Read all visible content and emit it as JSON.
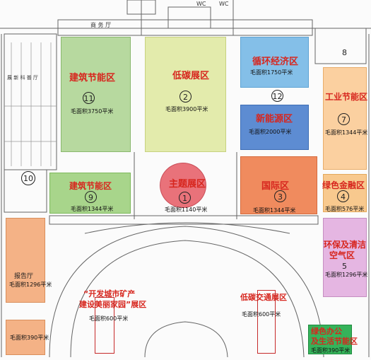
{
  "labels": {
    "top_left": "商 务 厅",
    "wc1": "WC",
    "wc2": "WC",
    "side_room": "展 新 科 普 厅"
  },
  "zones": {
    "z11": {
      "name": "建筑节能区",
      "num": "11",
      "area": "毛面积3750平米",
      "color": "#b7d99f"
    },
    "z2": {
      "name": "低碳展区",
      "num": "2",
      "area": "毛面积3900平米",
      "color": "#e3ebac"
    },
    "circular": {
      "name": "循环经济区",
      "area": "毛面积1750平米",
      "color": "#84bfe8"
    },
    "z12": {
      "num": "12"
    },
    "newenergy": {
      "name": "新能源区",
      "area": "毛面积2000平米",
      "color": "#5d8cd2"
    },
    "z8": {
      "num": "8"
    },
    "z7": {
      "name": "工业节能区",
      "num": "7",
      "area": "毛面积1344平米",
      "color": "#fbd0a0"
    },
    "z10": {
      "num": "10"
    },
    "z9": {
      "name": "建筑节能区",
      "num": "9",
      "area": "毛面积1344平米",
      "color": "#a8d58b"
    },
    "z1": {
      "name": "主题展区",
      "num": "1",
      "area": "毛面积1140平米",
      "color": "#e9727a"
    },
    "z3": {
      "name": "国际区",
      "num": "3",
      "area": "毛面积1344平米",
      "color": "#f08b5e"
    },
    "z4": {
      "name": "绿色金融区",
      "num": "4",
      "area": "毛面积576平米",
      "color": "#f8c98e"
    },
    "z5": {
      "name1": "环保及清洁",
      "name2": "空气区",
      "num": "5",
      "area": "毛面积1296平米",
      "color": "#e5b6e2"
    },
    "hall": {
      "name": "报告厅",
      "area": "毛面积1296平米",
      "color": "#f4b286"
    },
    "bottomleft": {
      "area": "毛面积390平米",
      "color": "#f4b286"
    },
    "mining": {
      "name1": "“开发城市矿产",
      "name2": "建设美丽家园”展区",
      "area": "毛面积600平米"
    },
    "transport": {
      "name": "低碳交通展区",
      "area": "毛面积600平米"
    },
    "office": {
      "name1": "绿色办公",
      "name2": "及生活节能区",
      "area": "毛面积390平米",
      "color": "#35b35a"
    }
  }
}
